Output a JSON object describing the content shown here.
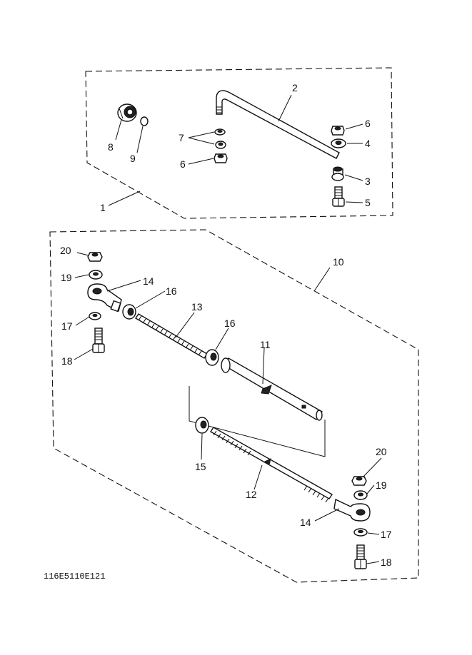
{
  "diagram": {
    "callouts": {
      "c1": "1",
      "c2": "2",
      "c3": "3",
      "c4": "4",
      "c5": "5",
      "c6a": "6",
      "c6b": "6",
      "c7": "7",
      "c8": "8",
      "c9": "9",
      "c10": "10",
      "c11": "11",
      "c12": "12",
      "c13": "13",
      "c14a": "14",
      "c14b": "14",
      "c15": "15",
      "c16a": "16",
      "c16b": "16",
      "c17a": "17",
      "c17b": "17",
      "c18a": "18",
      "c18b": "18",
      "c19a": "19",
      "c19b": "19",
      "c20a": "20",
      "c20b": "20"
    },
    "figure_code": "116E5110E121"
  }
}
